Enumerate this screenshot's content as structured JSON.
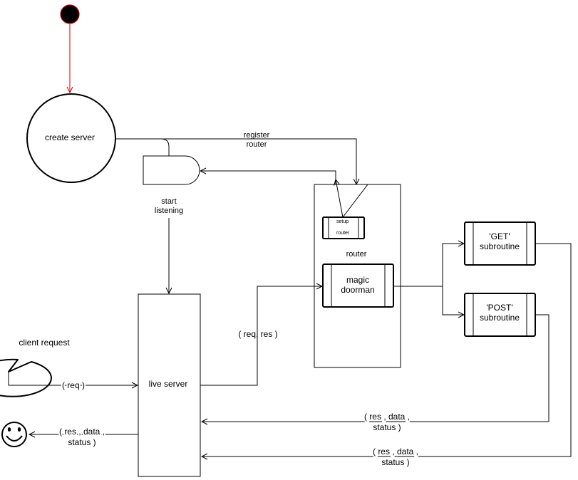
{
  "colors": {
    "start_node": "#000000",
    "start_node_border": "#cc0000",
    "start_arrow": "#cc0000",
    "line": "#000000",
    "background": "#ffffff",
    "smiley_fill": "#ffffff"
  },
  "nodes": {
    "create_server": "create server",
    "start_label_line1": "start",
    "start_label_line2": "listening",
    "router_title": "router",
    "setup_router_line1": "setup",
    "setup_router_line2": "router",
    "magic_doorman_line1": "magic",
    "magic_doorman_line2": "doorman",
    "get_line1": "'GET'",
    "get_line2": "subroutine",
    "post_line1": "'POST'",
    "post_line2": "subroutine",
    "live_server": "live server",
    "client_request": "client request"
  },
  "edges": {
    "register_router_line1": "register",
    "register_router_line2": "router",
    "req_res": "( req, res )",
    "req": "( req )",
    "res_data_status_a_line1": "( res , data ,",
    "res_data_status_a_line2": "status )",
    "res_data_status_b_line1": "( res , data ,",
    "res_data_status_b_line2": "status )",
    "res_data_status_c_line1": "( res , data ,",
    "res_data_status_c_line2": "status )"
  },
  "icons": {
    "start": "filled-circle-start-icon",
    "end": "smiley-face-icon"
  }
}
